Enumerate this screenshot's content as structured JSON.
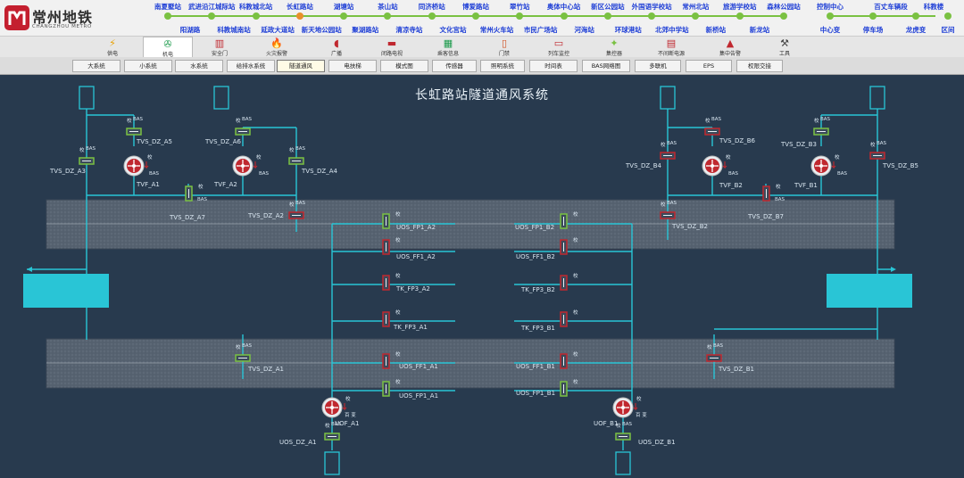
{
  "header": {
    "logo_cn": "常州地铁",
    "logo_en": "CHANGZHOU METRO",
    "stations_top": [
      "南夏墅站",
      "武进沿江城际站",
      "科教城北站",
      "长虹路站",
      "湖塘站",
      "茶山站",
      "同济桥站",
      "博爱路站",
      "翠竹站",
      "奥体中心站",
      "新区公园站",
      "外国语学校站",
      "常州北站",
      "旅游学校站",
      "森林公园站"
    ],
    "stations_bottom": [
      "阳湖路",
      "科教城南站",
      "延政大道站",
      "新天地公园站",
      "聚湖路站",
      "清凉寺站",
      "文化宫站",
      "常州火车站",
      "市民广场站",
      "河海站",
      "环球港站",
      "北郊中学站",
      "新桥站",
      "新龙站"
    ],
    "current_station": "长虹路站",
    "right_top": [
      "控制中心",
      "百丈车辆段",
      "科教楼"
    ],
    "right_bottom": [
      "中心变",
      "停车场",
      "龙虎变",
      "区间"
    ]
  },
  "toolbar": [
    {
      "label": "供电",
      "icon": "bolt-icon"
    },
    {
      "label": "机电",
      "icon": "fan-icon"
    },
    {
      "label": "安全门",
      "icon": "door-icon"
    },
    {
      "label": "火灾报警",
      "icon": "fire-icon"
    },
    {
      "label": "广播",
      "icon": "speaker-icon"
    },
    {
      "label": "闭路电视",
      "icon": "camera-icon"
    },
    {
      "label": "乘客信息",
      "icon": "info-icon"
    },
    {
      "label": "门禁",
      "icon": "access-icon"
    },
    {
      "label": "列车监控",
      "icon": "train-icon"
    },
    {
      "label": "集控器",
      "icon": "controller-icon"
    },
    {
      "label": "不间断电源",
      "icon": "ups-icon"
    },
    {
      "label": "集中告警",
      "icon": "alarm-icon"
    },
    {
      "label": "工具",
      "icon": "tools-icon"
    }
  ],
  "subtabs": [
    "大系统",
    "小系统",
    "水系统",
    "给排水系统",
    "隧道通风",
    "电扶梯",
    "模式图",
    "传感器",
    "照明系统",
    "时间表",
    "BAS网络图",
    "多联机",
    "EPS",
    "权限交接"
  ],
  "active_subtab": "隧道通风",
  "title": "长虹路站隧道通风系统",
  "labels": {
    "tvs_a5": "TVS_DZ_A5",
    "tvs_a6": "TVS_DZ_A6",
    "tvs_a3": "TVS_DZ_A3",
    "tvs_a4": "TVS_DZ_A4",
    "tvf_a1": "TVF_A1",
    "tvf_a2": "TVF_A2",
    "tvs_a7": "TVS_DZ_A7",
    "tvs_a2": "TVS_DZ_A2",
    "uos_fp1_a2": "UOS_FP1_A2",
    "uos_ff1_a2": "UOS_FF1_A2",
    "tk_fp3_a2": "TK_FP3_A2",
    "tk_fp3_a1": "TK_FP3_A1",
    "uos_ff1_a1": "UOS_FF1_A1",
    "uos_fp1_a1": "UOS_FP1_A1",
    "tvs_a1": "TVS_DZ_A1",
    "uof_a1": "UOF_A1",
    "uos_dz_a1": "UOS_DZ_A1",
    "uos_fp1_b2": "UOS_FP1_B2",
    "uos_ff1_b2": "UOS_FF1_B2",
    "tk_fp3_b2": "TK_FP3_B2",
    "tk_fp3_b1": "TK_FP3_B1",
    "uos_ff1_b1": "UOS_FF1_B1",
    "uos_fp1_b1": "UOS_FP1_B1",
    "uof_b1": "UOF_B1",
    "uos_dz_b1": "UOS_DZ_B1",
    "tvs_b6": "TVS_DZ_B6",
    "tvs_b3": "TVS_DZ_B3",
    "tvs_b4": "TVS_DZ_B4",
    "tvs_b5": "TVS_DZ_B5",
    "tvf_b2": "TVF_B2",
    "tvf_b1": "TVF_B1",
    "tvs_b2": "TVS_DZ_B2",
    "tvs_b7": "TVS_DZ_B7",
    "tvs_b1": "TVS_DZ_B1"
  },
  "tags": {
    "bas": "BAS",
    "local": "校",
    "local_mode": "百 变"
  },
  "colors": {
    "accent": "#29c5d6",
    "ok": "#7ac142",
    "alarm": "#c0282f",
    "current": "#e8902b"
  }
}
